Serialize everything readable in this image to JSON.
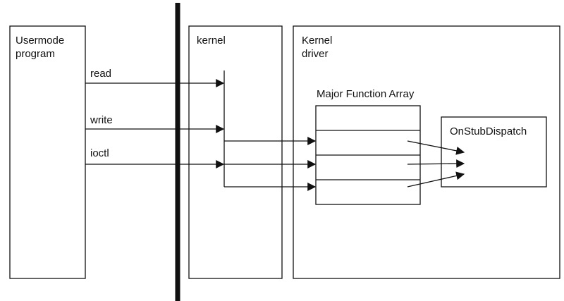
{
  "boxes": {
    "usermode": "Usermode\nprogram",
    "kernel": "kernel",
    "driver": "Kernel\ndriver",
    "major_function_array": "Major Function Array",
    "dispatch": "OnStubDispatch"
  },
  "calls": [
    "read",
    "write",
    "ioctl"
  ],
  "colors": {
    "stroke": "#111111",
    "background": "#ffffff"
  }
}
